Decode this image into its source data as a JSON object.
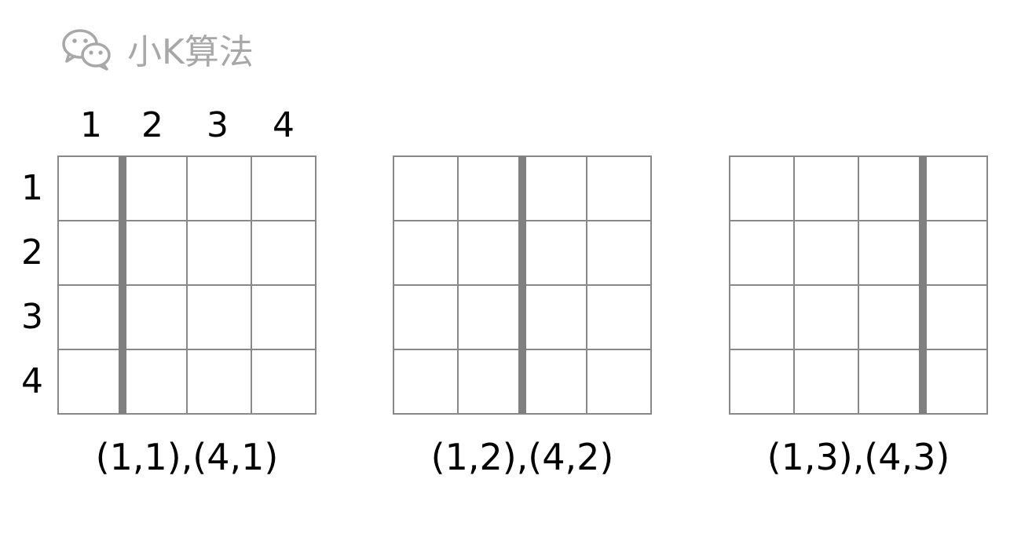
{
  "watermark": {
    "icon": "wechat-icon",
    "text": "小K算法"
  },
  "column_headers": [
    "1",
    "2",
    "3",
    "4"
  ],
  "row_headers": [
    "1",
    "2",
    "3",
    "4"
  ],
  "grid": {
    "rows": 4,
    "cols": 4,
    "cell_color": "#ffffff",
    "line_color": "#888888",
    "highlight_color": "#808080"
  },
  "panels": [
    {
      "cut_after_column": 1,
      "caption": "(1,1),(4,1)"
    },
    {
      "cut_after_column": 2,
      "caption": "(1,2),(4,2)"
    },
    {
      "cut_after_column": 3,
      "caption": "(1,3),(4,3)"
    }
  ]
}
